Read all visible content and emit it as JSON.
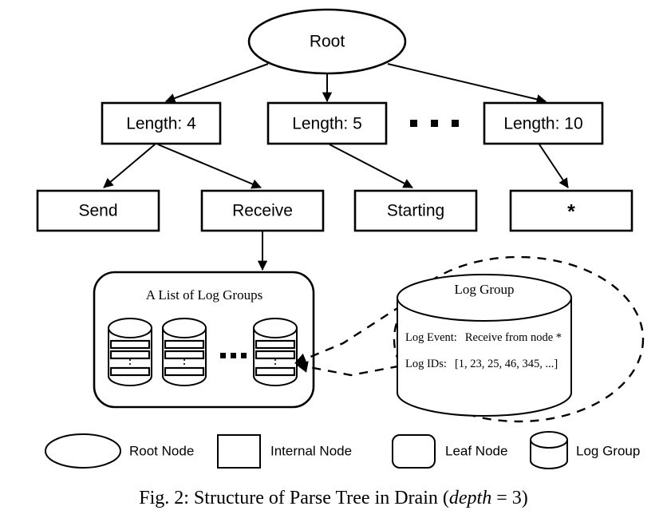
{
  "figure": {
    "caption_prefix": "Fig. 2: Structure of Parse Tree in Drain (",
    "caption_italic": "depth",
    "caption_suffix": " = 3)"
  },
  "tree": {
    "root": {
      "label": "Root",
      "shape": "ellipse"
    },
    "internal_nodes": [
      {
        "label": "Length: 4",
        "shape": "rectangle"
      },
      {
        "label": "Length: 5",
        "shape": "rectangle"
      },
      {
        "label": "Length: 10",
        "shape": "rectangle"
      }
    ],
    "ellipsis_internal": "• • •",
    "leaf_nodes": [
      {
        "label": "Send",
        "shape": "rectangle"
      },
      {
        "label": "Receive",
        "shape": "rectangle"
      },
      {
        "label": "Starting",
        "shape": "rectangle"
      },
      {
        "label": "*",
        "shape": "rectangle"
      }
    ]
  },
  "log_group_list": {
    "title": "A List of Log Groups",
    "ellipsis": "• • •",
    "cylinder_count": 3
  },
  "log_group_detail": {
    "title": "Log Group",
    "fields": [
      {
        "key": "Log Event:",
        "value": "Receive from node *"
      },
      {
        "key": "Log IDs:",
        "value": "[1, 23, 25, 46, 345, ...]"
      }
    ]
  },
  "legend": {
    "items": [
      {
        "label": "Root Node",
        "shape": "ellipse"
      },
      {
        "label": "Internal Node",
        "shape": "rectangle"
      },
      {
        "label": "Leaf Node",
        "shape": "rounded-rectangle"
      },
      {
        "label": "Log Group",
        "shape": "cylinder"
      }
    ]
  },
  "colors": {
    "stroke": "#000000",
    "fill": "#ffffff",
    "background": "#ffffff"
  }
}
